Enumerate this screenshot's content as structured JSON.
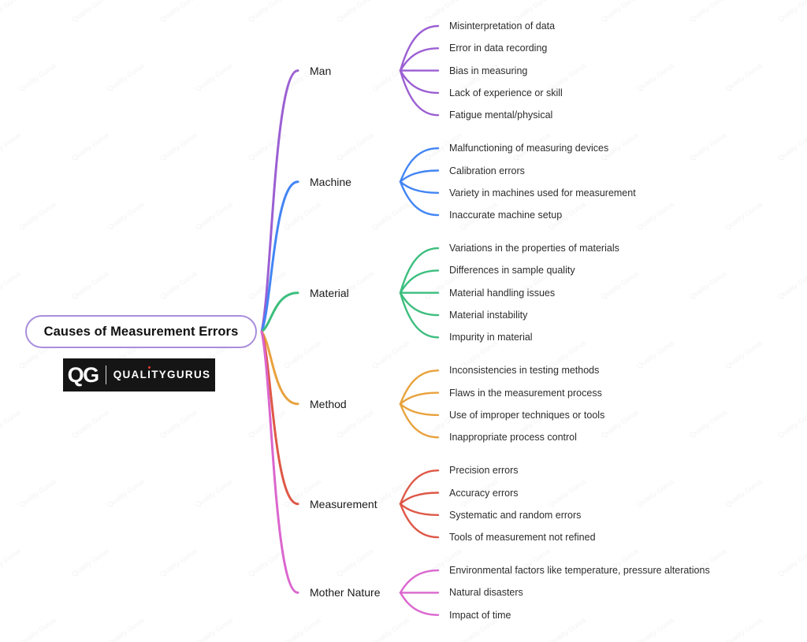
{
  "root": {
    "label": "Causes of Measurement Errors",
    "border_color": "#A98EDC"
  },
  "logo": {
    "monogram": "QG",
    "name_prefix": "QUAL",
    "name_i": "I",
    "name_suffix": "TYGURUS",
    "background": "#151515",
    "dot_color": "#E8392E"
  },
  "watermark": {
    "text": "Quality Gurus"
  },
  "branches": [
    {
      "label": "Man",
      "color": "#9B5FD3",
      "items": [
        "Misinterpretation of data",
        "Error in data recording",
        "Bias in measuring",
        "Lack of experience or skill",
        "Fatigue mental/physical"
      ]
    },
    {
      "label": "Machine",
      "color": "#4285F4",
      "items": [
        "Malfunctioning of measuring devices",
        "Calibration errors",
        "Variety in machines used for measurement",
        "Inaccurate machine setup"
      ]
    },
    {
      "label": "Material",
      "color": "#3CBE7E",
      "items": [
        "Variations in the properties of materials",
        "Differences in sample quality",
        "Material handling issues",
        "Material instability",
        "Impurity in material"
      ]
    },
    {
      "label": "Method",
      "color": "#E8A23D",
      "items": [
        "Inconsistencies in testing methods",
        "Flaws in the measurement process",
        "Use of improper techniques or tools",
        "Inappropriate process control"
      ]
    },
    {
      "label": "Measurement",
      "color": "#DE5847",
      "items": [
        "Precision errors",
        "Accuracy errors",
        "Systematic and random errors",
        "Tools of measurement not refined"
      ]
    },
    {
      "label": "Mother Nature",
      "color": "#DB66CE",
      "items": [
        "Environmental factors like temperature, pressure alterations",
        "Natural disasters",
        "Impact of time"
      ]
    }
  ]
}
